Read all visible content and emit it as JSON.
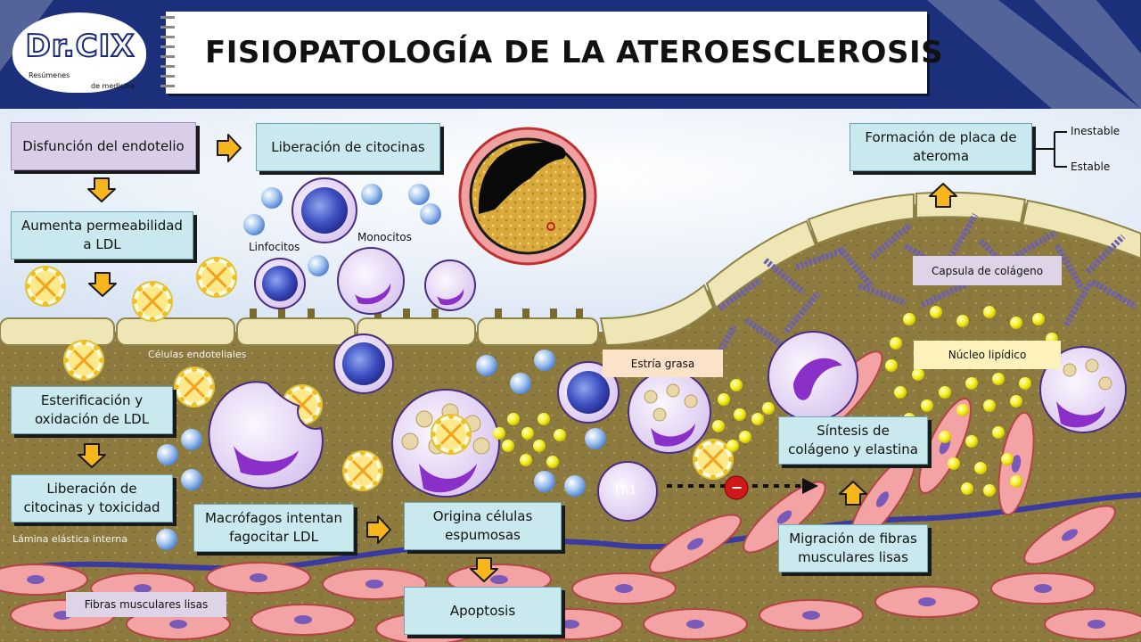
{
  "header": {
    "title": "FISIOPATOLOGÍA DE LA ATEROESCLEROSIS",
    "logo": {
      "main": "Dr.CIX",
      "sub_left": "Resúmenes",
      "sub_right": "de medicina"
    }
  },
  "steps": {
    "disfuncion": "Disfunción del endotelio",
    "citocinas": "Liberación de citocinas",
    "permeabilidad": "Aumenta permeabilidad a LDL",
    "esterificacion": "Esterificación y oxidación de LDL",
    "toxicidad": "Liberación de citocinas y toxicidad",
    "macrofagos": "Macrófagos intentan fagocitar LDL",
    "espumosas": "Origina células espumosas",
    "apoptosis": "Apoptosis",
    "sintesis": "Síntesis de colágeno y elastina",
    "migracion": "Migración de fibras musculares lisas",
    "placa": "Formación de placa de ateroma"
  },
  "outcomes": {
    "inestable": "Inestable",
    "estable": "Estable"
  },
  "labels": {
    "linfocitos": "Linfocitos",
    "monocitos": "Monocitos",
    "celulas_endoteliales": "Células endoteliales",
    "lamina": "Lámina elástica interna",
    "fibras": "Fibras musculares lisas",
    "estria": "Estría grasa",
    "nucleo": "Núcleo lipídico",
    "capsula": "Capsula de colágeno",
    "th1": "Th1",
    "inhibit": "−"
  },
  "colors": {
    "header_bg": "#1c2f7a",
    "box_fill": "#c9e9ef",
    "box_violet": "#d9cde7",
    "arrow": "#f6b61c",
    "intima": "#8d7a3f",
    "endothelium": "#efe6b6",
    "lipid": "#f4ee1a",
    "muscle": "#f3a3a3",
    "collagen": "#6b5fb3"
  }
}
